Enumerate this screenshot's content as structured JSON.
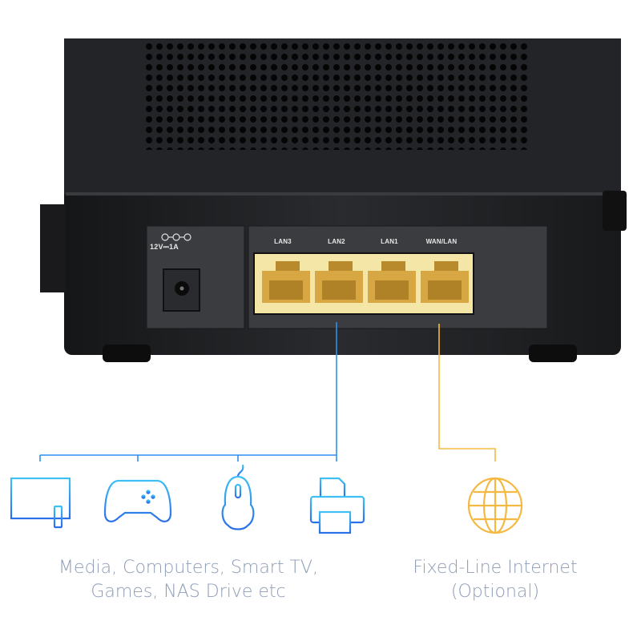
{
  "router": {
    "power_label": "12V⎓1A",
    "ports": [
      {
        "label": "LAN3"
      },
      {
        "label": "LAN2"
      },
      {
        "label": "LAN1"
      },
      {
        "label": "WAN/LAN"
      }
    ]
  },
  "groups": [
    {
      "caption_line1": "Media, Computers, Smart TV,",
      "caption_line2": "Games, NAS Drive etc",
      "color": "#2f8ff0",
      "icons": [
        "tv-icon",
        "gamepad-icon",
        "mouse-icon",
        "printer-icon"
      ]
    },
    {
      "caption_line1": "Fixed-Line Internet",
      "caption_line2": "(Optional)",
      "color": "#f5b942",
      "icons": [
        "globe-icon"
      ]
    }
  ]
}
